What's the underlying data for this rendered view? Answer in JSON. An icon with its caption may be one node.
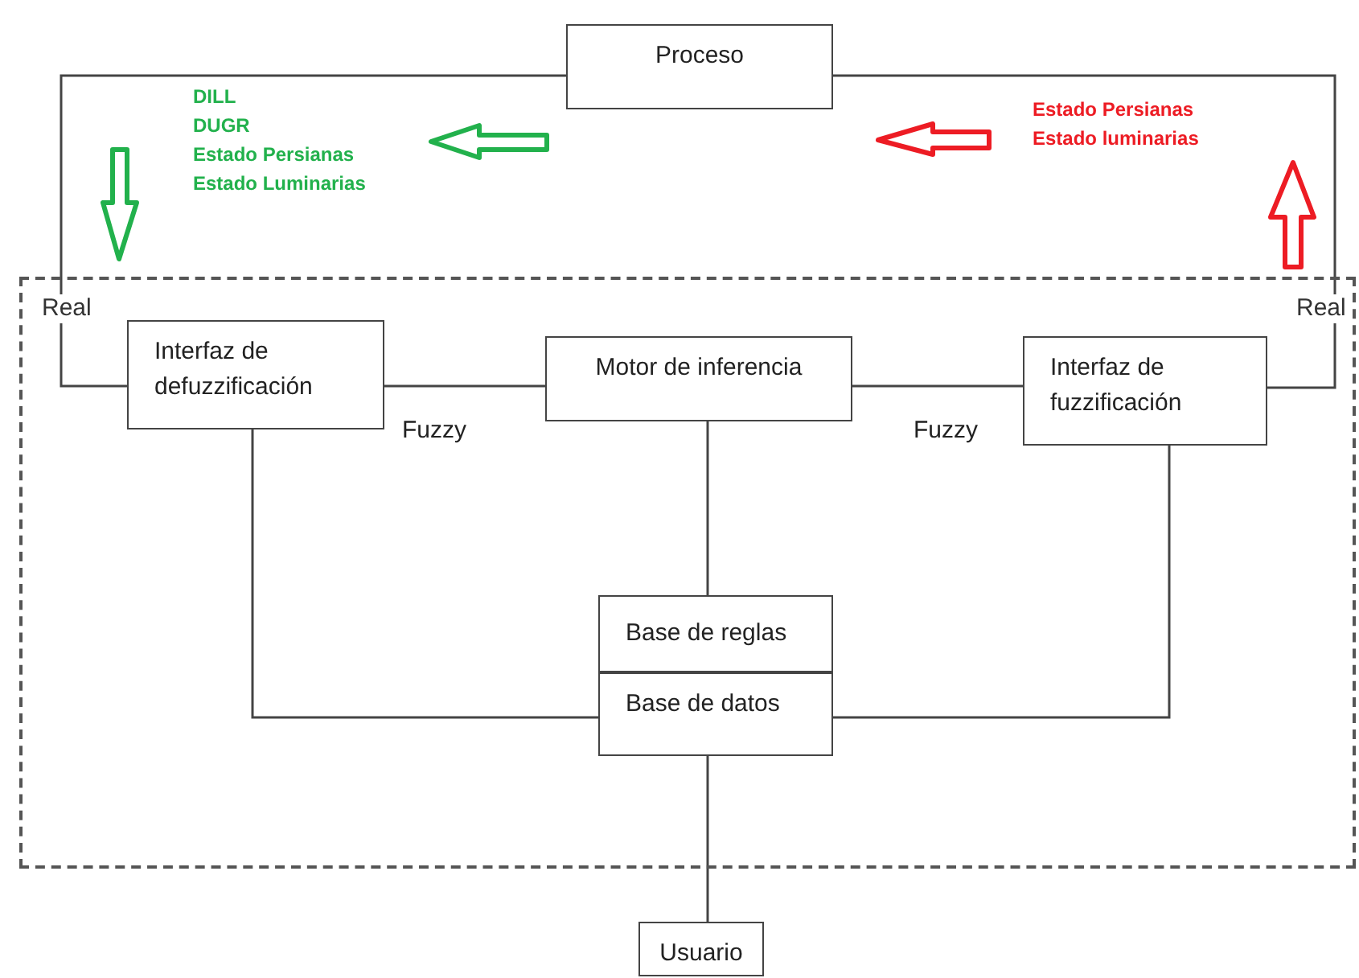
{
  "diagram": {
    "nodes": [
      {
        "text": [
          "Proceso"
        ]
      },
      {
        "text": [],
        "shape": "box"
      },
      {
        "text": [
          "Interfaz de defuzzificación"
        ],
        "in": 1
      },
      {
        "text": [
          "Motor de inferencia"
        ],
        "in": 1
      },
      {
        "text": [
          "Interfaz de fuzzificación"
        ],
        "in": 1
      },
      {
        "text": [
          "Base de reglas"
        ],
        "in": 1
      },
      {
        "text": [
          "Base de datos"
        ],
        "in": 1
      },
      {
        "text": [
          "Usuario"
        ]
      }
    ],
    "edges": [
      {
        "from": 0,
        "to": 2,
        "arrow": "none"
      },
      {
        "from": 0,
        "to": 4,
        "arrow": "none"
      },
      {
        "from": 2,
        "to": 3,
        "arrow": "none",
        "label": "Fuzzy"
      },
      {
        "from": 3,
        "to": 4,
        "arrow": "none",
        "label": "Fuzzy"
      },
      {
        "from": 3,
        "to": 5,
        "arrow": "none"
      },
      {
        "from": 2,
        "to": 6,
        "arrow": "none"
      },
      {
        "from": 4,
        "to": 6,
        "arrow": "none"
      },
      {
        "from": 6,
        "to": 7,
        "arrow": "none"
      }
    ],
    "labels": [
      "DILL",
      "DUGR",
      "Estado Persianas",
      "Estado Luminarias",
      "Estado Persianas",
      "Estado luminarias",
      "Real",
      "Real"
    ]
  }
}
